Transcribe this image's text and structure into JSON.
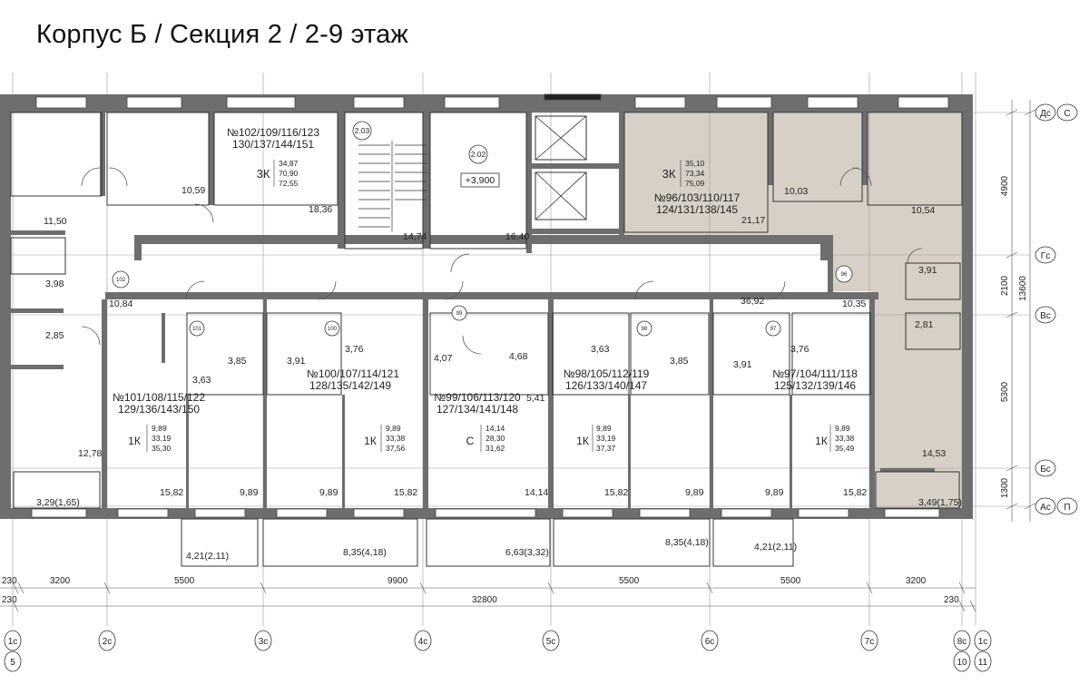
{
  "title": "Корпус Б / Секция 2 / 2-9 этаж",
  "colors": {
    "highlight": "#d7d0c6",
    "wall": "#6e6e6e",
    "line": "#333333"
  },
  "apartments": [
    {
      "id": "apt-3k-left",
      "numbers_1": "№102/109/116/123",
      "numbers_2": "130/137/144/151",
      "type": "3К",
      "area_1": "34,87",
      "area_2": "70,90",
      "area_3": "72,55"
    },
    {
      "id": "apt-3k-right",
      "numbers_1": "№96/103/110/117",
      "numbers_2": "124/131/138/145",
      "type": "3К",
      "area_1": "35,10",
      "area_2": "73,34",
      "area_3": "75,09"
    },
    {
      "id": "apt-101",
      "numbers_1": "№101/108/115/122",
      "numbers_2": "129/136/143/150",
      "type": "1К",
      "area_1": "9,89",
      "area_2": "33,19",
      "area_3": "35,30"
    },
    {
      "id": "apt-100",
      "numbers_1": "№100/107/114/121",
      "numbers_2": "128/135/142/149",
      "type": "1К",
      "area_1": "9,89",
      "area_2": "33,38",
      "area_3": "37,56"
    },
    {
      "id": "apt-99",
      "numbers_1": "№99/106/113/120",
      "numbers_2": "127/134/141/148",
      "type": "С",
      "area_1": "14,14",
      "area_2": "28,30",
      "area_3": "31,62"
    },
    {
      "id": "apt-98",
      "numbers_1": "№98/105/112/119",
      "numbers_2": "126/133/140/147",
      "type": "1К",
      "area_1": "9,89",
      "area_2": "33,19",
      "area_3": "37,37"
    },
    {
      "id": "apt-97",
      "numbers_1": "№97/104/111/118",
      "numbers_2": "125/132/139/146",
      "type": "1К",
      "area_1": "9,89",
      "area_2": "33,38",
      "area_3": "35,49"
    }
  ],
  "room_areas": {
    "r1": "10,59",
    "r2": "18,36",
    "r3": "14,74",
    "r4": "16,40",
    "r5": "21,17",
    "r6": "10,03",
    "r7": "10,54",
    "r8": "11,50",
    "r9": "3,98",
    "r10": "2,85",
    "r11": "10,84",
    "r12": "12,78",
    "r13": "3,29(1,65)",
    "r14": "3,91",
    "r15": "2,81",
    "r16": "10,35",
    "r17": "36,92",
    "r18": "14,53",
    "r19": "3,49(1,75)",
    "r20": "3,63",
    "r21": "3,85",
    "r22": "3,91",
    "r23": "3,76",
    "r24": "4,07",
    "r25": "4,68",
    "r26": "5,41",
    "r27": "3,63",
    "r28": "3,85",
    "r29": "3,91",
    "r30": "3,76",
    "r31": "15,82",
    "r32": "9,89",
    "r33": "9,89",
    "r34": "15,82",
    "r35": "14,14",
    "r36": "15,82",
    "r37": "9,89",
    "r38": "9,89",
    "r39": "15,82",
    "r40": "4,21(2,11)",
    "r41": "8,35(4,18)",
    "r42": "6,63(3,32)",
    "r43": "8,35(4,18)",
    "r44": "4,21(2,11)",
    "elev_mark": "+3,900"
  },
  "room_tags": {
    "t1": "2.03",
    "t2": "2.02",
    "t3": "102",
    "t4": "101",
    "t5": "100",
    "t6": "99",
    "t7": "98",
    "t8": "97",
    "t9": "96"
  },
  "dimensions": {
    "row1": [
      "230",
      "3200",
      "5500",
      "9900",
      "5500",
      "5500",
      "3200"
    ],
    "row2_left": "230",
    "row2_total": "32800",
    "row2_right": "230",
    "vertical": [
      "4900",
      "2100",
      "5300",
      "1300"
    ],
    "vertical_total": "13600"
  },
  "axes_bottom": [
    {
      "top": "1с",
      "bottom": "5"
    },
    {
      "top": "2с"
    },
    {
      "top": "3с"
    },
    {
      "top": "4с"
    },
    {
      "top": "5с"
    },
    {
      "top": "6с"
    },
    {
      "top": "7с"
    },
    {
      "top": "8с",
      "bottom": "10"
    },
    {
      "top": "1с",
      "bottom": "11"
    }
  ],
  "axes_right": [
    {
      "a": "Дс",
      "b": "С"
    },
    {
      "a": "Гс"
    },
    {
      "a": "Вс"
    },
    {
      "a": "Бс"
    },
    {
      "a": "Ас",
      "b": "П"
    }
  ]
}
